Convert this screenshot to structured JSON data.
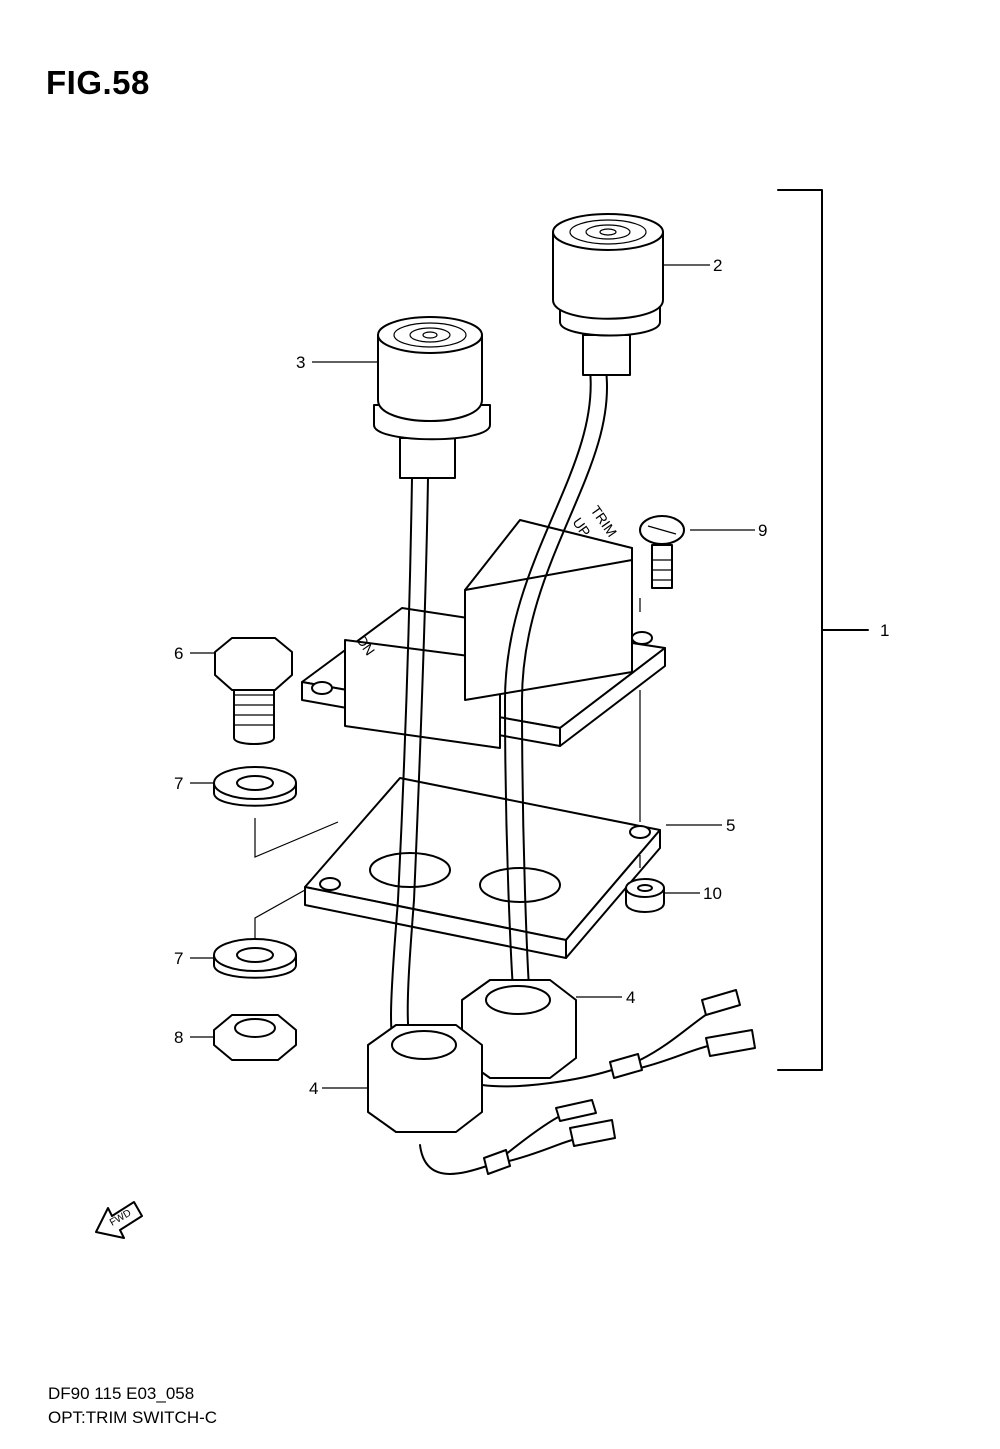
{
  "figure": {
    "title": "FIG.58",
    "code": "DF90 115 E03_058",
    "caption": "OPT:TRIM SWITCH-C"
  },
  "embossed": {
    "trim_up_line1": "TRIM",
    "trim_up_line2": "UP",
    "down": "DN",
    "forward": "FWD"
  },
  "callouts": [
    {
      "id": "c1",
      "label": "1"
    },
    {
      "id": "c2",
      "label": "2"
    },
    {
      "id": "c3",
      "label": "3"
    },
    {
      "id": "c4a",
      "label": "4"
    },
    {
      "id": "c4b",
      "label": "4"
    },
    {
      "id": "c5",
      "label": "5"
    },
    {
      "id": "c6",
      "label": "6"
    },
    {
      "id": "c7a",
      "label": "7"
    },
    {
      "id": "c7b",
      "label": "7"
    },
    {
      "id": "c8",
      "label": "8"
    },
    {
      "id": "c9",
      "label": "9"
    },
    {
      "id": "c10",
      "label": "10"
    }
  ]
}
